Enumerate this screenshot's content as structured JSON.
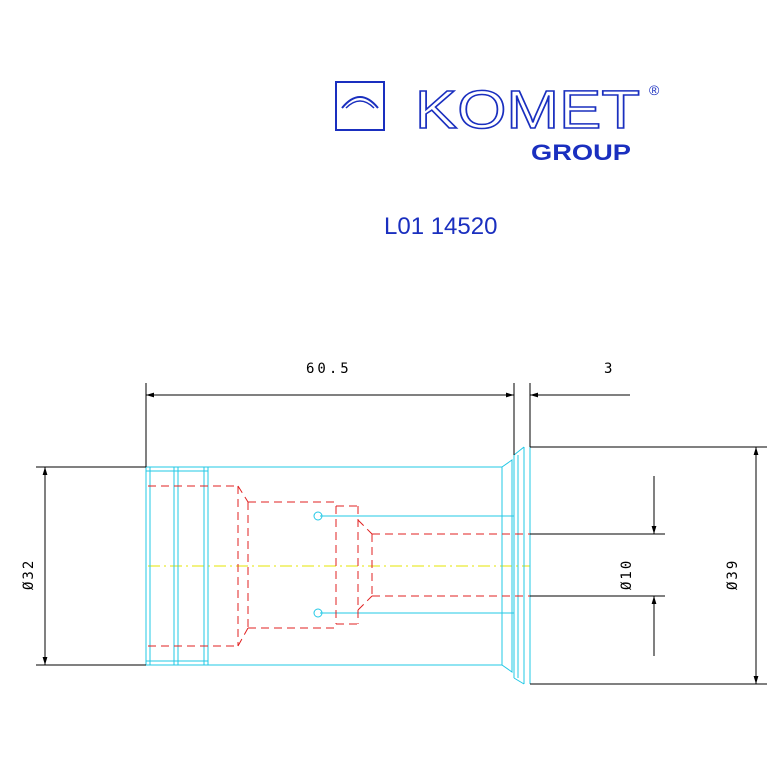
{
  "logo": {
    "wordmark": "KOMET",
    "registered": "®",
    "group": "GROUP",
    "icon": "komet-logo-icon"
  },
  "part_number": "L01 14520",
  "dimensions": {
    "overall_length": "60.5",
    "flange_width": "3",
    "shank_diameter": "Ø32",
    "bore_diameter": "Ø10",
    "head_diameter": "Ø39"
  },
  "colors": {
    "logo": "#1a2fbf",
    "part_number": "#1a2fbf",
    "outline": "#22c8e6",
    "hidden_lines": "#e02020",
    "centerline": "#e6e600",
    "dimension": "#000000"
  }
}
